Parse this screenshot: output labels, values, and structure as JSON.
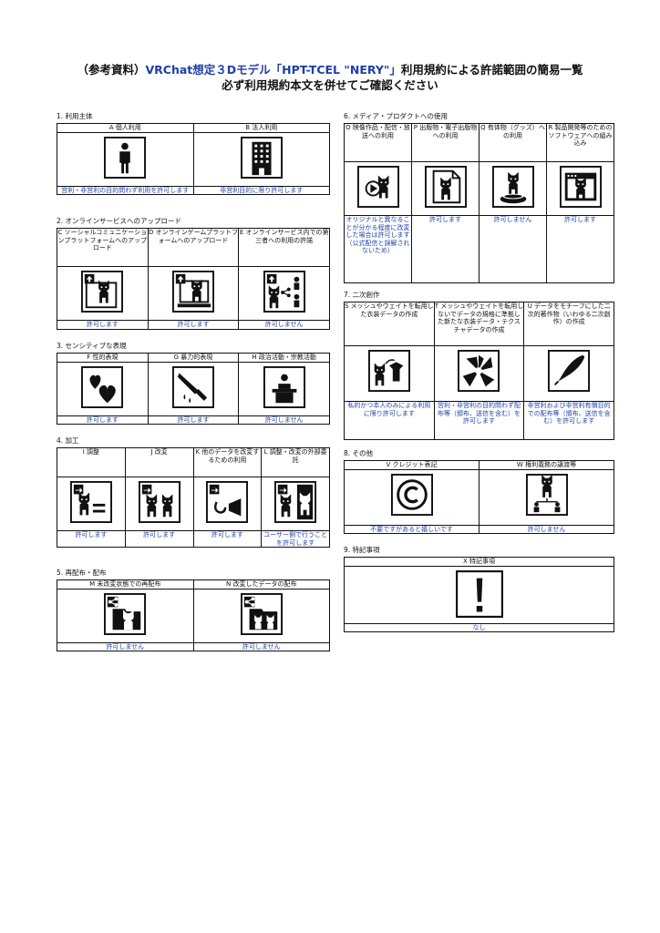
{
  "title": {
    "line1_a": "（参考資料）",
    "line1_b": "VRChat想定３Dモデル「HPT-TCEL \"NERY\"」",
    "line1_c": "利用規約による許諾範囲の簡易一覧",
    "line2": "必ず利用規約本文を併せてご確認ください"
  },
  "sections": {
    "s1": {
      "heading": "1. 利用主体",
      "items": [
        {
          "label": "A 個人利用",
          "icon": "person-icon",
          "answer": "営利・非営利の目的問わず利用を許可します"
        },
        {
          "label": "B 法人利用",
          "icon": "building-icon",
          "answer": "非営利目的に限り許可します"
        }
      ]
    },
    "s2": {
      "heading": "2. オンラインサービスへのアップロード",
      "items": [
        {
          "label": "C ソーシャルコミュニケーションプラットフォームへのアップロード",
          "icon": "social-upload-icon",
          "answer": "許可します"
        },
        {
          "label": "D オンラインゲームプラットフォームへのアップロード",
          "icon": "game-upload-icon",
          "answer": "許可します"
        },
        {
          "label": "E オンラインサービス内での第三者への利用の許諾",
          "icon": "share-users-icon",
          "answer": "許可しません"
        }
      ]
    },
    "s3": {
      "heading": "3. センシティブな表現",
      "items": [
        {
          "label": "F 性的表現",
          "icon": "hearts-icon",
          "answer": "許可します"
        },
        {
          "label": "G 暴力的表現",
          "icon": "knife-icon",
          "answer": "許可します"
        },
        {
          "label": "H 政治活動・宗教活動",
          "icon": "podium-icon",
          "answer": "許可しません"
        }
      ]
    },
    "s4": {
      "heading": "4. 加工",
      "items": [
        {
          "label": "I 調整",
          "icon": "adjust-icon",
          "answer": "許可します"
        },
        {
          "label": "J 改変",
          "icon": "modify-icon",
          "answer": "許可します"
        },
        {
          "label": "K 他のデータを改変するための利用",
          "icon": "reuse-data-icon",
          "answer": "許可します"
        },
        {
          "label": "L 調整・改変の外部委託",
          "icon": "outsource-icon",
          "answer": "ユーザー側で行うことを許可します"
        }
      ]
    },
    "s5": {
      "heading": "5. 再配布・配布",
      "items": [
        {
          "label": "M 未改変状態での再配布",
          "icon": "redistribute-icon",
          "answer": "許可しません"
        },
        {
          "label": "N 改変したデータの配布",
          "icon": "distribute-modified-icon",
          "answer": "許可しません"
        }
      ]
    },
    "s6": {
      "heading": "6. メディア・プロダクトへの使用",
      "items": [
        {
          "label": "O 映像作品・配信・放送への利用",
          "icon": "video-icon",
          "answer": "オリジナルと異なることが分かる程度に改変した場合は許可します（公式配信と誤解されないため）"
        },
        {
          "label": "P 出版物・電子出版物への利用",
          "icon": "publication-icon",
          "answer": "許可します"
        },
        {
          "label": "Q 有体物（グッズ）への利用",
          "icon": "goods-icon",
          "answer": "許可しません"
        },
        {
          "label": "R 製品開発等のためのソフトウェアへの組み込み",
          "icon": "software-icon",
          "answer": "許可します"
        }
      ]
    },
    "s7": {
      "heading": "7. 二次創作",
      "items": [
        {
          "label": "S メッシュやウェイトを転用した衣装データの作成",
          "icon": "costume-icon",
          "answer": "私的かつ本人のみによる利用に限り許可します"
        },
        {
          "label": "T メッシュやウェイトを転用しないでデータの規格に準拠した新たな衣装データ・テクスチャデータの作成",
          "icon": "new-costume-icon",
          "answer": "営利・非営利の目的問わず配布等（頒布、送信を含む）を許可します"
        },
        {
          "label": "U データをモチーフにした二次的著作物（いわゆる二次創作）の作成",
          "icon": "pen-icon",
          "answer": "非営利および非営利有償目的での配布等（頒布、送信を含む）を許可します"
        }
      ]
    },
    "s8": {
      "heading": "8. その他",
      "items": [
        {
          "label": "V クレジット表記",
          "icon": "copyright-icon",
          "answer": "不要ですがあると嬉しいです"
        },
        {
          "label": "W 権利義務の譲渡等",
          "icon": "transfer-icon",
          "answer": "許可しません"
        }
      ]
    },
    "s9": {
      "heading": "9. 特記事項",
      "items": [
        {
          "label": "X 特記事項",
          "icon": "exclamation-icon",
          "answer": "なし"
        }
      ]
    }
  }
}
